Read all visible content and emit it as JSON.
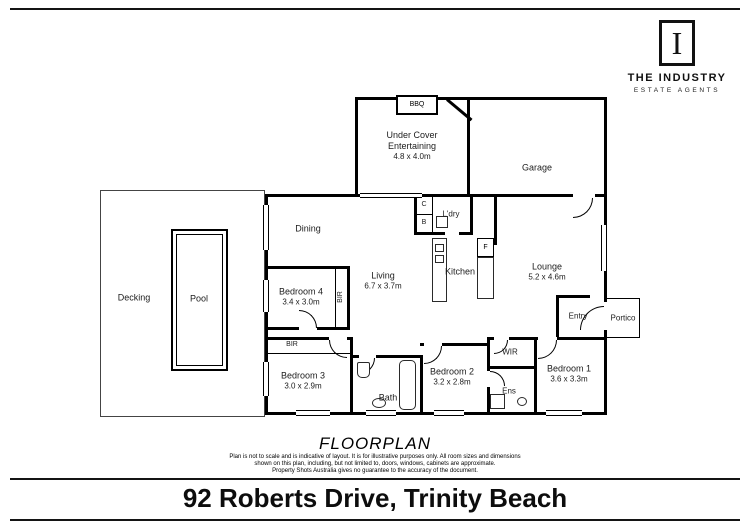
{
  "page": {
    "title_floorplan": "FLOORPLAN",
    "address": "92 Roberts Drive, Trinity Beach",
    "disclaimer_l1": "Plan is not to scale and is indicative of layout. It is for illustrative purposes only. All room sizes and dimensions",
    "disclaimer_l2": "shown on this plan, including, but not limited to, doors, windows, cabinets are approximate.",
    "disclaimer_l3": "Property Shots Australia gives no guarantee to the accuracy of the document."
  },
  "logo": {
    "monogram": "I",
    "name": "THE INDUSTRY",
    "tagline": "ESTATE AGENTS"
  },
  "colors": {
    "ink": "#111111",
    "wall": "#000000",
    "background": "#ffffff"
  },
  "rooms": {
    "bbq": {
      "label": "BBQ"
    },
    "under_cover": {
      "line1": "Under Cover",
      "line2": "Entertaining",
      "dims": "4.8 x 4.0m"
    },
    "garage": {
      "label": "Garage"
    },
    "dining": {
      "label": "Dining"
    },
    "laundry": {
      "label": "L'dry"
    },
    "cupboard_c": {
      "label": "C"
    },
    "cupboard_b": {
      "label": "B"
    },
    "fridge": {
      "label": "F"
    },
    "kitchen": {
      "label": "Kitchen"
    },
    "living": {
      "label": "Living",
      "dims": "6.7 x 3.7m"
    },
    "lounge": {
      "label": "Lounge",
      "dims": "5.2 x 4.6m"
    },
    "bedroom4": {
      "label": "Bedroom 4",
      "dims": "3.4 x 3.0m"
    },
    "bir_bed4": {
      "label": "BIR"
    },
    "decking": {
      "label": "Decking"
    },
    "pool": {
      "label": "Pool"
    },
    "bir_bed3": {
      "label": "BIR"
    },
    "bedroom3": {
      "label": "Bedroom 3",
      "dims": "3.0 x 2.9m"
    },
    "bath": {
      "label": "Bath"
    },
    "bedroom2": {
      "label": "Bedroom 2",
      "dims": "3.2 x 2.8m"
    },
    "wir": {
      "label": "WIR"
    },
    "ensuite": {
      "label": "Ens"
    },
    "bedroom1": {
      "label": "Bedroom 1",
      "dims": "3.6 x 3.3m"
    },
    "entry": {
      "label": "Entry"
    },
    "portico": {
      "label": "Portico"
    }
  }
}
